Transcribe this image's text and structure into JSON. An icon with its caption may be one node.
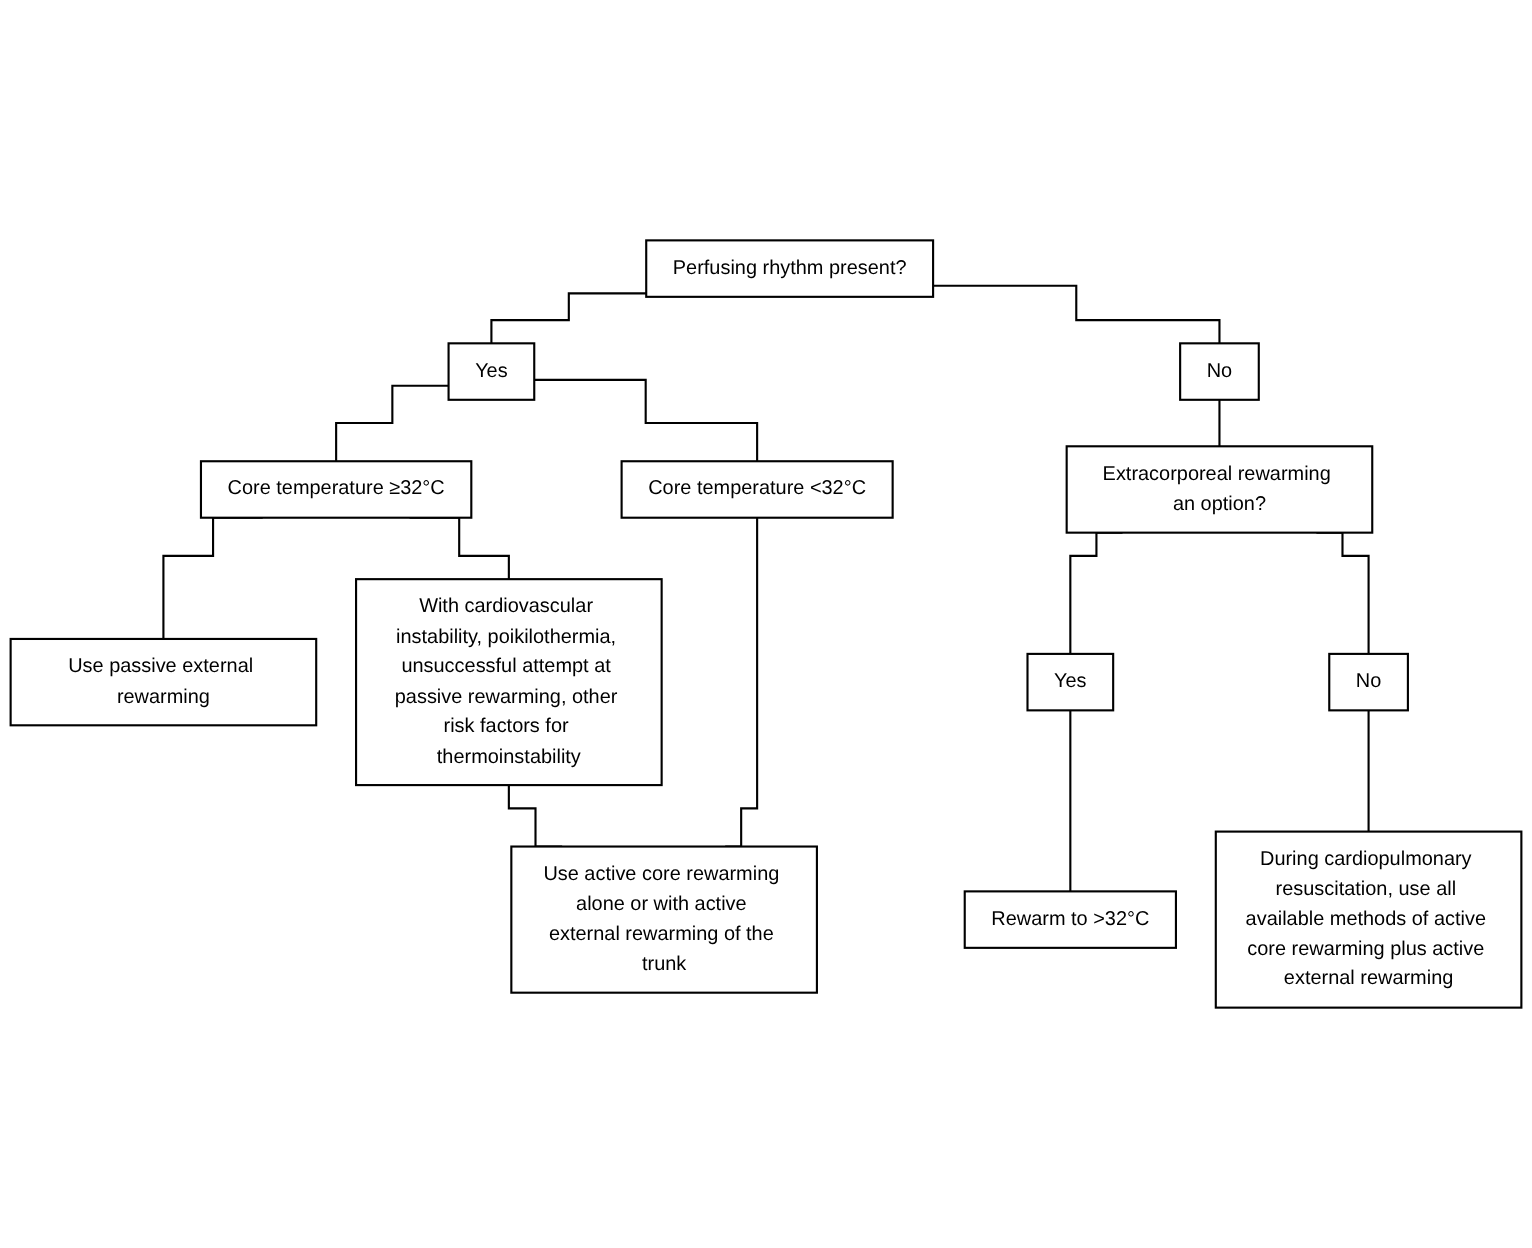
{
  "diagram": {
    "nodes": [
      {
        "text": [
          "Perfusing rhythm present?"
        ]
      },
      {
        "text": [
          "Yes"
        ]
      },
      {
        "text": [
          "No"
        ]
      },
      {
        "text": [
          "Extracorporeal rewarming an option?"
        ]
      },
      {
        "text": [
          "Yes"
        ]
      },
      {
        "text": [
          "No"
        ]
      },
      {
        "text": [
          "Core temperature ≥32°C"
        ]
      },
      {
        "text": [
          "Core temperature <32°C"
        ]
      },
      {
        "text": [
          "Rewarm to >32°C"
        ]
      },
      {
        "text": [
          "During cardiopulmonary resuscitation, use all available methods of active core rewarming plus active external rewarming"
        ]
      },
      {
        "text": [
          "With cardiovascular instability, poikilothermia, unsuccessful attempt at passive rewarming, other risk factors for thermoinstability"
        ]
      },
      {
        "text": [
          "Use passive external rewarming"
        ]
      },
      {
        "text": [
          "Use active core rewarming alone or with active external rewarming of the trunk"
        ]
      }
    ],
    "edges": [
      {
        "from": 0,
        "to": 1,
        "arrow": "none"
      },
      {
        "from": 0,
        "to": 2,
        "arrow": "none"
      },
      {
        "from": 1,
        "to": 6,
        "arrow": "none"
      },
      {
        "from": 1,
        "to": 7,
        "arrow": "none"
      },
      {
        "from": 2,
        "to": 3,
        "arrow": "none"
      },
      {
        "from": 3,
        "to": 4,
        "arrow": "none"
      },
      {
        "from": 3,
        "to": 5,
        "arrow": "none"
      },
      {
        "from": 4,
        "to": 8,
        "arrow": "none"
      },
      {
        "from": 5,
        "to": 9,
        "arrow": "none"
      },
      {
        "from": 6,
        "to": 11,
        "arrow": "none"
      },
      {
        "from": 6,
        "to": 10,
        "arrow": "none"
      },
      {
        "from": 10,
        "to": 12,
        "arrow": "none"
      },
      {
        "from": 7,
        "to": 12,
        "arrow": "none"
      }
    ]
  }
}
